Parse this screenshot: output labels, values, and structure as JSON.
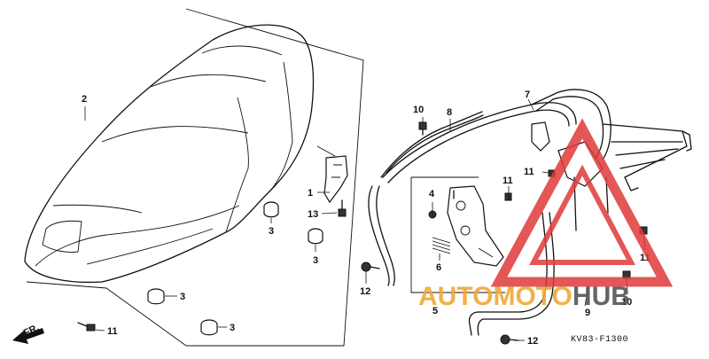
{
  "diagram": {
    "code": "KV83-F1300",
    "direction_label": "FR.",
    "callouts": [
      {
        "id": "c2",
        "label": "2"
      },
      {
        "id": "c1",
        "label": "1"
      },
      {
        "id": "c13",
        "label": "13"
      },
      {
        "id": "c3a",
        "label": "3"
      },
      {
        "id": "c3b",
        "label": "3"
      },
      {
        "id": "c3c",
        "label": "3"
      },
      {
        "id": "c3d",
        "label": "3"
      },
      {
        "id": "c11a",
        "label": "11"
      },
      {
        "id": "c10a",
        "label": "10"
      },
      {
        "id": "c8",
        "label": "8"
      },
      {
        "id": "c7",
        "label": "7"
      },
      {
        "id": "c4",
        "label": "4"
      },
      {
        "id": "c6",
        "label": "6"
      },
      {
        "id": "c5",
        "label": "5"
      },
      {
        "id": "c11b",
        "label": "11"
      },
      {
        "id": "c11c",
        "label": "11"
      },
      {
        "id": "c11d",
        "label": "11"
      },
      {
        "id": "c12a",
        "label": "12"
      },
      {
        "id": "c12b",
        "label": "12"
      },
      {
        "id": "c9",
        "label": "9"
      },
      {
        "id": "c10b",
        "label": "10"
      }
    ]
  },
  "watermark": {
    "part1": "AUTO",
    "part2": "MOTO",
    "part3": "HUB",
    "colors": {
      "orange": "#f0a83a",
      "red": "#e03a3a",
      "gray": "#555555"
    }
  }
}
